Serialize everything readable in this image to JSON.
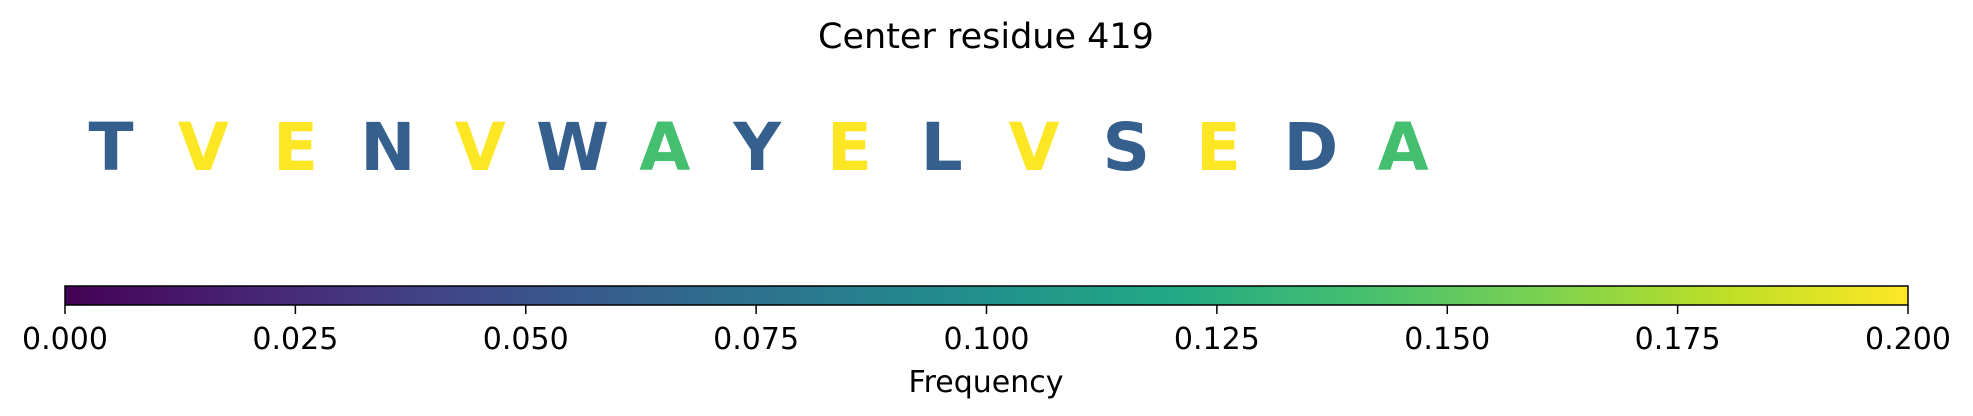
{
  "chart_data": {
    "type": "sequence-logo",
    "title": "Center residue 419",
    "residues": [
      {
        "letter": "T",
        "frequency": 0.06
      },
      {
        "letter": "V",
        "frequency": 0.2
      },
      {
        "letter": "E",
        "frequency": 0.2
      },
      {
        "letter": "N",
        "frequency": 0.06
      },
      {
        "letter": "V",
        "frequency": 0.2
      },
      {
        "letter": "W",
        "frequency": 0.06
      },
      {
        "letter": "A",
        "frequency": 0.14
      },
      {
        "letter": "Y",
        "frequency": 0.06
      },
      {
        "letter": "E",
        "frequency": 0.2
      },
      {
        "letter": "L",
        "frequency": 0.06
      },
      {
        "letter": "V",
        "frequency": 0.2
      },
      {
        "letter": "S",
        "frequency": 0.06
      },
      {
        "letter": "E",
        "frequency": 0.2
      },
      {
        "letter": "D",
        "frequency": 0.06
      },
      {
        "letter": "A",
        "frequency": 0.14
      }
    ],
    "colorbar": {
      "label": "Frequency",
      "range": [
        0,
        0.2
      ],
      "colormap": "viridis",
      "ticks": [
        0,
        0.025,
        0.05,
        0.075,
        0.1,
        0.125,
        0.15,
        0.175,
        0.2
      ],
      "tick_labels": [
        "0.000",
        "0.025",
        "0.050",
        "0.075",
        "0.100",
        "0.125",
        "0.150",
        "0.175",
        "0.200"
      ]
    }
  }
}
